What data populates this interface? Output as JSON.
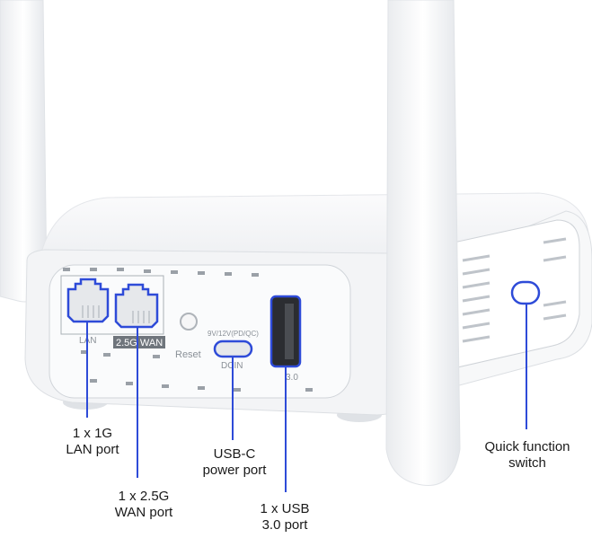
{
  "colors": {
    "accent": "#2e4bd8",
    "body": "#f4f5f7",
    "shadow": "#d5d8dd"
  },
  "panel_labels": {
    "lan": "LAN",
    "wan": "2.5G WAN",
    "reset": "Reset",
    "dc_rating": "9V/12V(PD/QC)",
    "dcin": "DCIN",
    "usb": "3.0"
  },
  "callouts": [
    {
      "line1": "1 x 1G",
      "line2": "LAN port"
    },
    {
      "line1": "1 x 2.5G",
      "line2": "WAN port"
    },
    {
      "line1": "USB-C",
      "line2": "power port"
    },
    {
      "line1": "1 x USB",
      "line2": "3.0 port"
    },
    {
      "line1": "Quick function",
      "line2": "switch"
    }
  ]
}
